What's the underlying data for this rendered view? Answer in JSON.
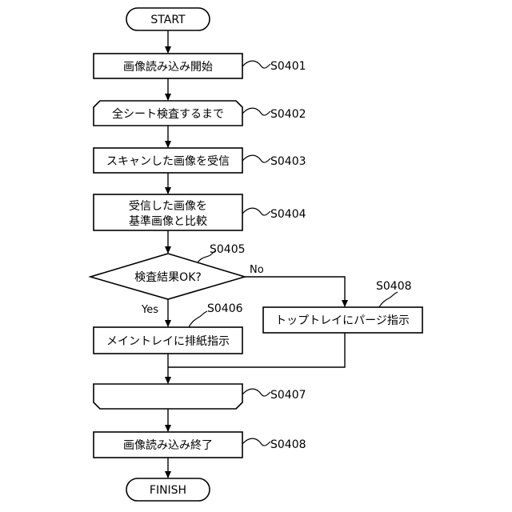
{
  "diagram": {
    "start_label": "START",
    "finish_label": "FINISH",
    "steps": {
      "s0401": {
        "text": "画像読み込み開始",
        "label": "S0401"
      },
      "s0402": {
        "text": "全シート検査するまで",
        "label": "S0402"
      },
      "s0403": {
        "text": "スキャンした画像を受信",
        "label": "S0403"
      },
      "s0404": {
        "line1": "受信した画像を",
        "line2": "基準画像と比較",
        "label": "S0404"
      },
      "s0405": {
        "text": "検査結果OK?",
        "label": "S0405",
        "yes": "Yes",
        "no": "No"
      },
      "s0406": {
        "text": "メイントレイに排紙指示",
        "label": "S0406"
      },
      "s0408_branch": {
        "text": "トップトレイにパージ指示",
        "label": "S0408"
      },
      "s0407": {
        "text": "",
        "label": "S0407"
      },
      "s0408_end": {
        "text": "画像読み込み終了",
        "label": "S0408"
      }
    }
  }
}
